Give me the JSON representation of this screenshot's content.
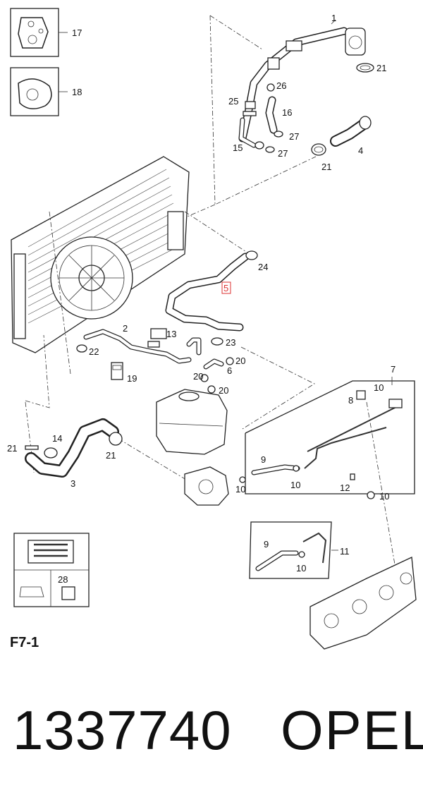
{
  "callouts": {
    "c1": "1",
    "c2": "2",
    "c3": "3",
    "c4": "4",
    "c5": "5",
    "c6": "6",
    "c7": "7",
    "c8": "8",
    "c9a": "9",
    "c9b": "9",
    "c10a": "10",
    "c10b": "10",
    "c10c": "10",
    "c10d": "10",
    "c10e": "10",
    "c11": "11",
    "c12": "12",
    "c13": "13",
    "c14": "14",
    "c15": "15",
    "c16": "16",
    "c17": "17",
    "c18": "18",
    "c19": "19",
    "c20a": "20",
    "c20b": "20",
    "c20c": "20",
    "c21a": "21",
    "c21b": "21",
    "c21c": "21",
    "c21d": "21",
    "c22": "22",
    "c23": "23",
    "c24": "24",
    "c25": "25",
    "c26": "26",
    "c27a": "27",
    "c27b": "27",
    "c28": "28"
  },
  "highlight_color": "#dd3333",
  "page_code": "F7-1",
  "footer": {
    "part_number": "1337740",
    "brand": "OPEL"
  }
}
